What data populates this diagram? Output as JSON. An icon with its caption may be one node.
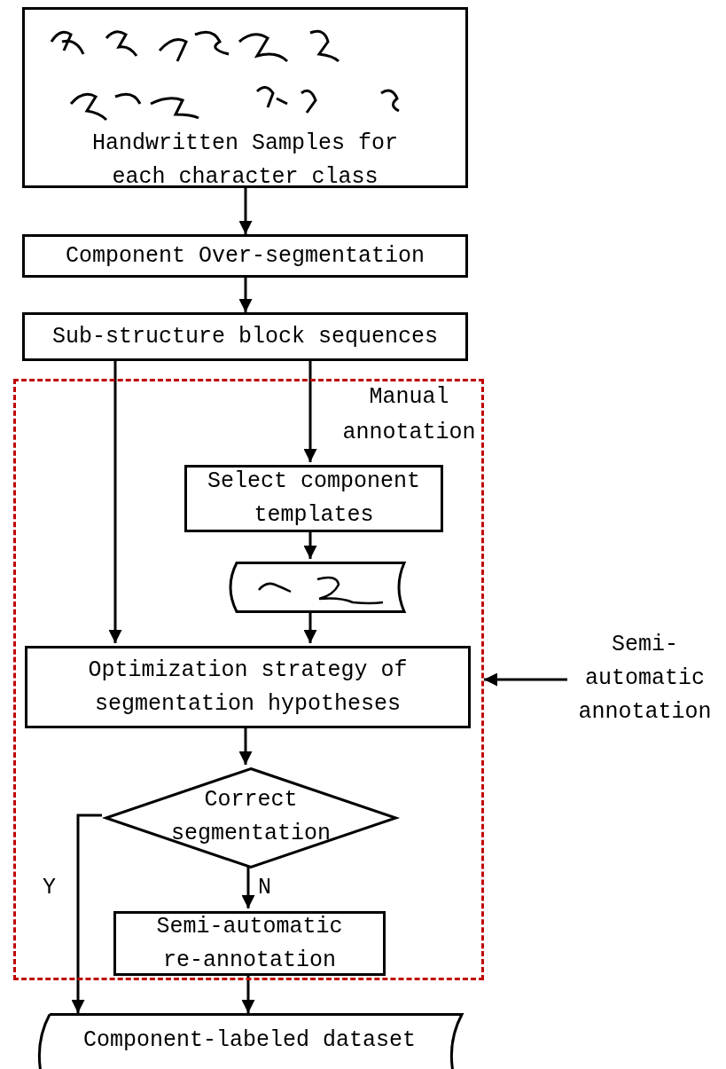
{
  "diagram": {
    "nodes": [
      {
        "text": [
          "Handwritten Samples for each character class"
        ]
      },
      {
        "text": [
          "Component Over-segmentation"
        ]
      },
      {
        "text": [
          "Sub-structure block sequences"
        ]
      },
      {
        "text": [],
        "shape": "box"
      },
      {
        "text": [
          "Select component templates"
        ],
        "in": 3
      },
      {
        "text": [],
        "shape": "tape",
        "in": 3
      },
      {
        "text": [
          "Optimization strategy of segmentation hypotheses"
        ],
        "in": 3
      },
      {
        "text": [
          "Correct segmentation"
        ],
        "in": 3
      },
      {
        "text": [
          "Semi-automatic re-annotation"
        ],
        "in": 3
      },
      {
        "text": [
          "Component-labeled dataset"
        ]
      },
      {
        "text": [
          "Semi-automatic annotation"
        ]
      }
    ],
    "edges": [
      {
        "from": 0,
        "to": 1,
        "arrow": "to"
      },
      {
        "from": 1,
        "to": 2,
        "arrow": "to"
      },
      {
        "from": 2,
        "to": 4,
        "arrow": "to"
      },
      {
        "from": 2,
        "to": 6,
        "arrow": "to"
      },
      {
        "from": 4,
        "to": 5,
        "arrow": "to"
      },
      {
        "from": 5,
        "to": 6,
        "arrow": "to"
      },
      {
        "from": 6,
        "to": 7,
        "arrow": "to"
      },
      {
        "from": 7,
        "to": 9,
        "arrow": "to",
        "label": "Y"
      },
      {
        "from": 7,
        "to": 8,
        "arrow": "to",
        "label": "N"
      },
      {
        "from": 8,
        "to": 9,
        "arrow": "to"
      },
      {
        "from": 10,
        "to": 3,
        "arrow": "to"
      }
    ],
    "labels": [
      "Manual annotation"
    ]
  }
}
